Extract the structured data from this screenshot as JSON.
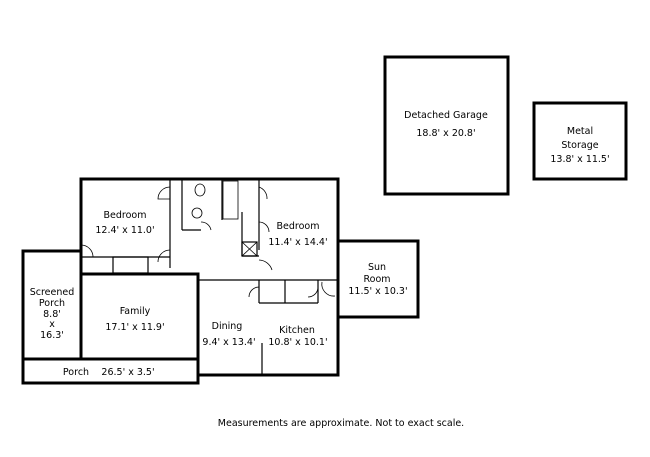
{
  "rooms": {
    "bedroom1": {
      "name": "Bedroom",
      "size": "12.4' x 11.0'"
    },
    "bedroom2": {
      "name": "Bedroom",
      "size": "11.4' x 14.4'"
    },
    "sun_room": {
      "name_line1": "Sun",
      "name_line2": "Room",
      "size": "11.5' x 10.3'"
    },
    "screened_porch": {
      "name_line1": "Screened",
      "name_line2": "Porch",
      "dim1": "8.8'",
      "x": "x",
      "dim2": "16.3'"
    },
    "family": {
      "name": "Family",
      "size": "17.1' x 11.9'"
    },
    "dining": {
      "name": "Dining",
      "size": "9.4' x 13.4'"
    },
    "kitchen": {
      "name": "Kitchen",
      "size": "10.8' x 10.1'"
    },
    "porch": {
      "name": "Porch",
      "size": "26.5' x 3.5'"
    },
    "garage": {
      "name": "Detached Garage",
      "size": "18.8' x 20.8'"
    },
    "storage": {
      "name_line1": "Metal",
      "name_line2": "Storage",
      "size": "13.8' x 11.5'"
    }
  },
  "footer": {
    "note": "Measurements are approximate. Not to exact scale."
  }
}
